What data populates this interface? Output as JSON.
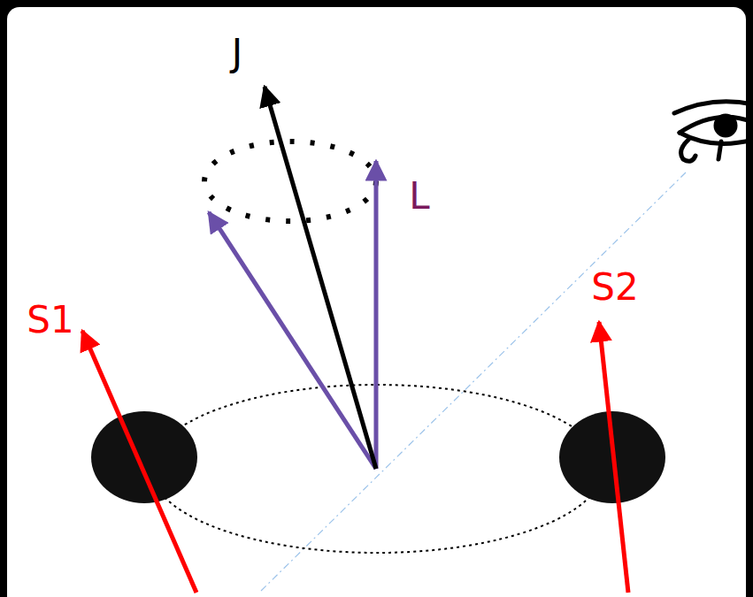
{
  "diagram": {
    "labels": [
      "J",
      "L",
      "S1",
      "S2"
    ]
  }
}
